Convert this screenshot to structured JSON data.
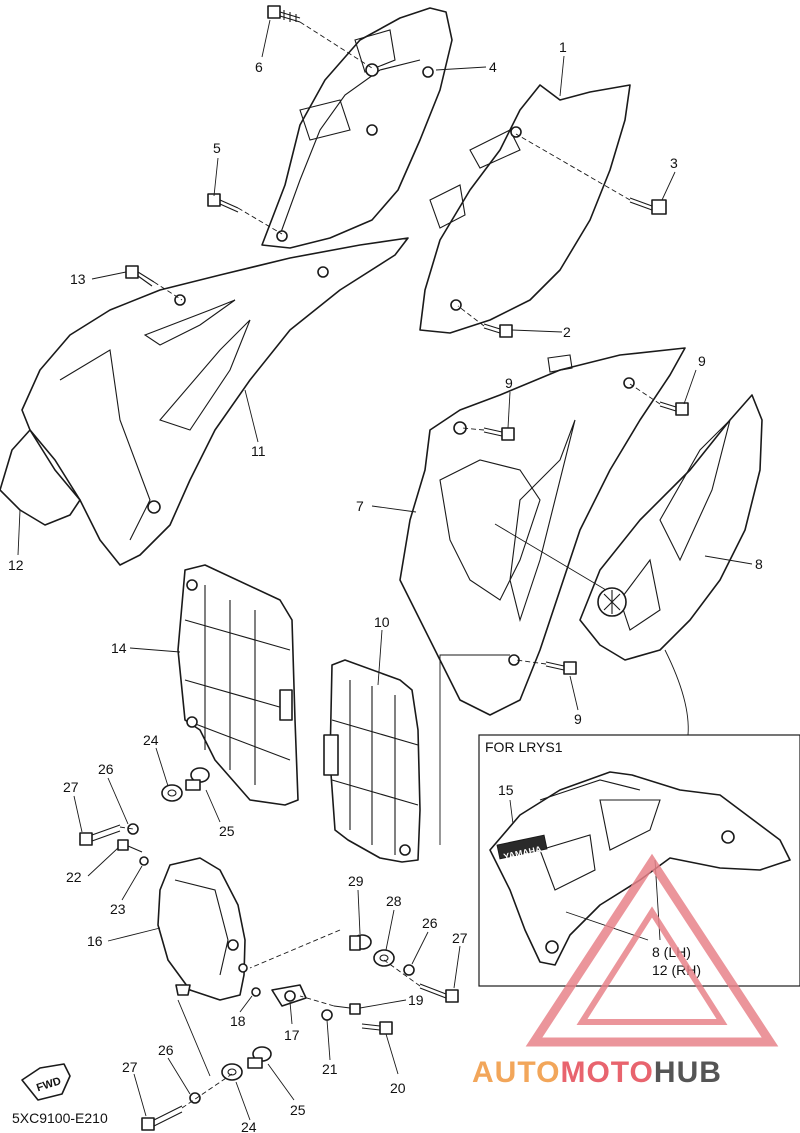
{
  "diagram": {
    "code": "5XC9100-E210",
    "fwd_label": "FWD",
    "inset": {
      "title": "FOR LRYS1",
      "labels": {
        "p15": "15",
        "lh": "8  (LH)",
        "rh": "12 (RH)"
      }
    },
    "callouts": {
      "p1": "1",
      "p2": "2",
      "p3": "3",
      "p4": "4",
      "p5": "5",
      "p6": "6",
      "p7": "7",
      "p8": "8",
      "p9a": "9",
      "p9b": "9",
      "p9c": "9",
      "p10": "10",
      "p11": "11",
      "p12": "12",
      "p13": "13",
      "p14": "14",
      "p16": "16",
      "p17": "17",
      "p18": "18",
      "p19": "19",
      "p20": "20",
      "p21": "21",
      "p22": "22",
      "p23": "23",
      "p24a": "24",
      "p24b": "24",
      "p25a": "25",
      "p25b": "25",
      "p26a": "26",
      "p26b": "26",
      "p26c": "26",
      "p27a": "27",
      "p27b": "27",
      "p27c": "27",
      "p28": "28",
      "p29": "29"
    },
    "tank_logo": "YAMAHA"
  },
  "watermark": {
    "part1": "AUTO",
    "part2": "MOTO",
    "part3": "HUB",
    "color_light": "#f2a65a",
    "color_mid": "#e8646e",
    "color_dark": "#555555"
  }
}
